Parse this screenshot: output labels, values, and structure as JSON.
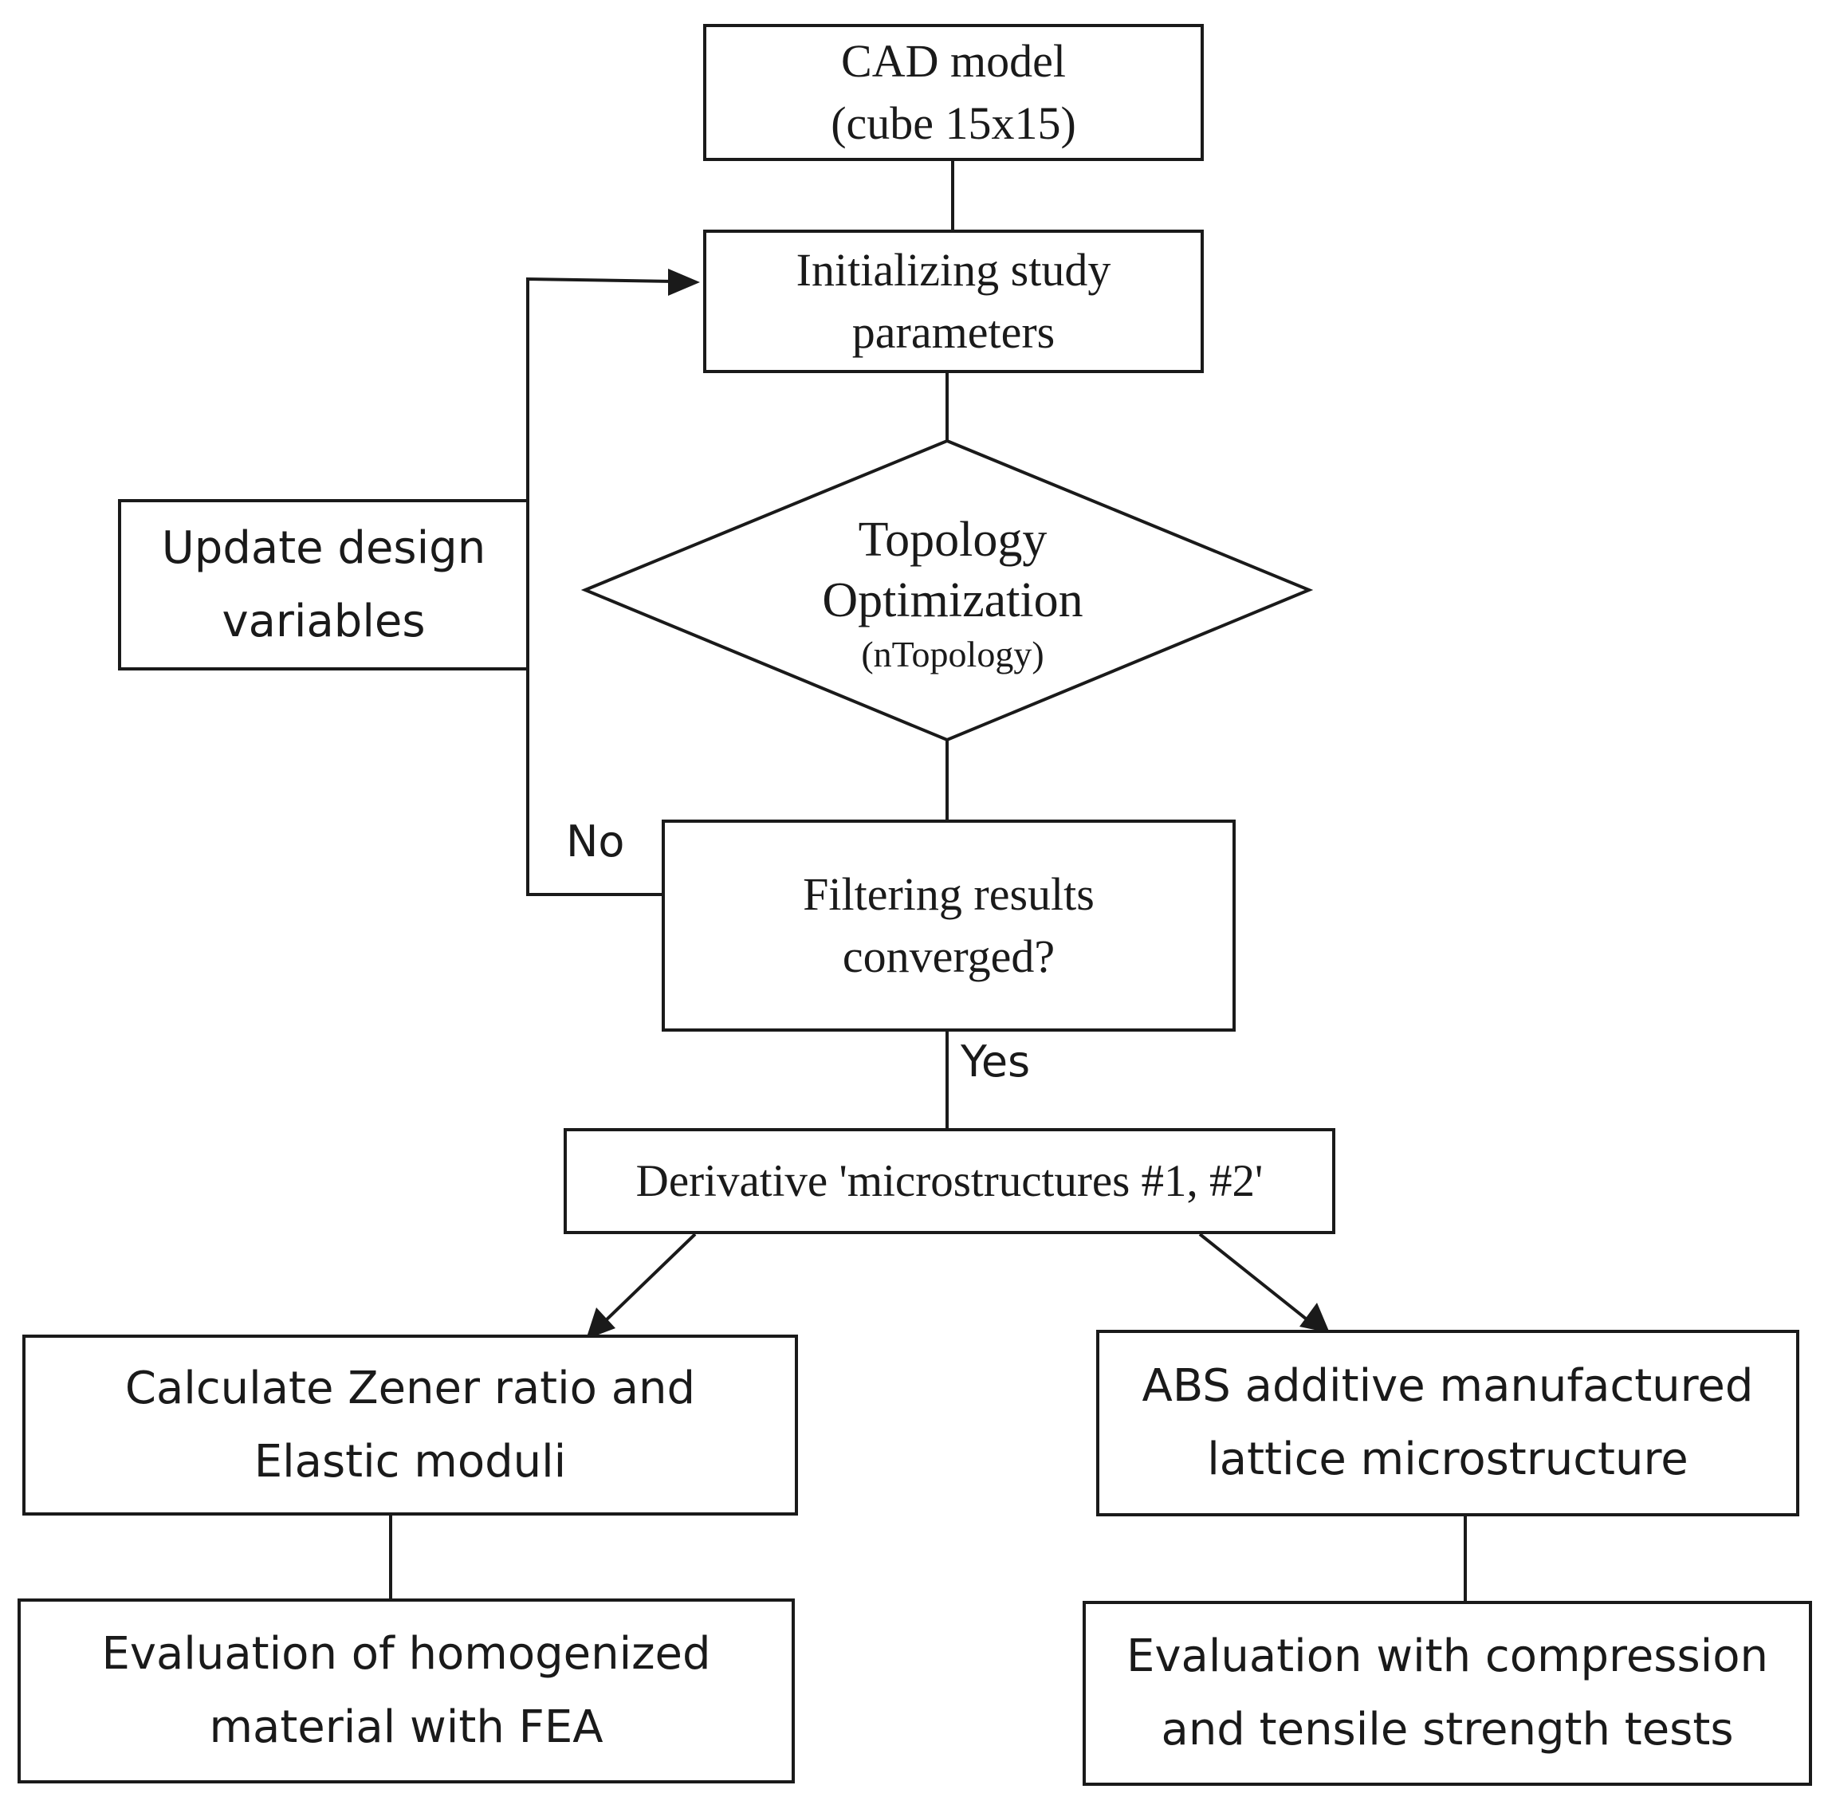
{
  "nodes": {
    "cad_model": {
      "lines": [
        "CAD model",
        "(cube 15x15)"
      ]
    },
    "init_params": {
      "lines": [
        "Initializing study",
        "parameters"
      ]
    },
    "topology": {
      "title_lines": [
        "Topology",
        "Optimization"
      ],
      "subtitle": "(nTopology)"
    },
    "update_vars": {
      "lines": [
        "Update design",
        "variables"
      ]
    },
    "filtering": {
      "lines": [
        "Filtering results",
        "converged?"
      ]
    },
    "derivative": {
      "text": "Derivative 'microstructures #1, #2'"
    },
    "zener": {
      "lines": [
        "Calculate Zener ratio and",
        "Elastic moduli"
      ]
    },
    "abs": {
      "lines": [
        "ABS additive manufactured",
        "lattice microstructure"
      ]
    },
    "fea": {
      "lines": [
        "Evaluation of homogenized",
        "material with FEA"
      ]
    },
    "tests": {
      "lines": [
        "Evaluation with compression",
        "and tensile strength tests"
      ]
    }
  },
  "edge_labels": {
    "no": "No",
    "yes": "Yes"
  }
}
